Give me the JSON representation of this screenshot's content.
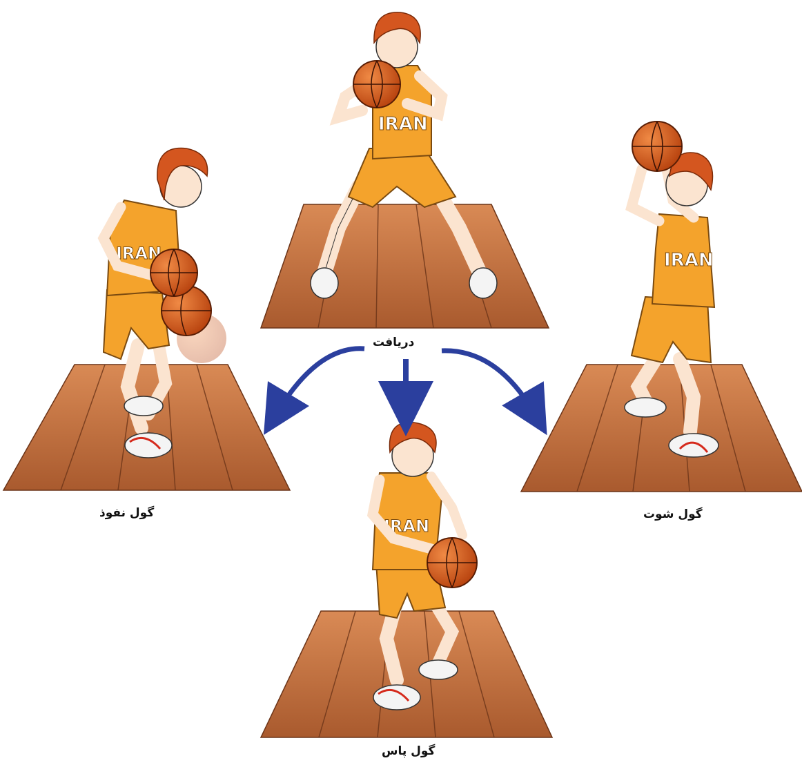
{
  "labels": {
    "center": "دریافت",
    "left": "گول نفوذ",
    "right": "گول شوت",
    "bottom": "گول پاس"
  },
  "jersey_text": "IRAN",
  "colors": {
    "floor_light": "#c8774a",
    "floor_dark": "#8c4a26",
    "floor_line": "#6b3418",
    "arrow": "#2b3f9e",
    "jersey": "#f4a32c",
    "jersey_dark": "#d97f12",
    "hair": "#d4561f",
    "skin": "#fbe4d0",
    "ball": "#d2541c",
    "shoe": "#f4f4f4",
    "shoe_stripe": "#d52a1c"
  },
  "icons": {
    "player": "basketball-player-figure",
    "ball": "basketball-icon",
    "arrow": "curved-arrow"
  }
}
